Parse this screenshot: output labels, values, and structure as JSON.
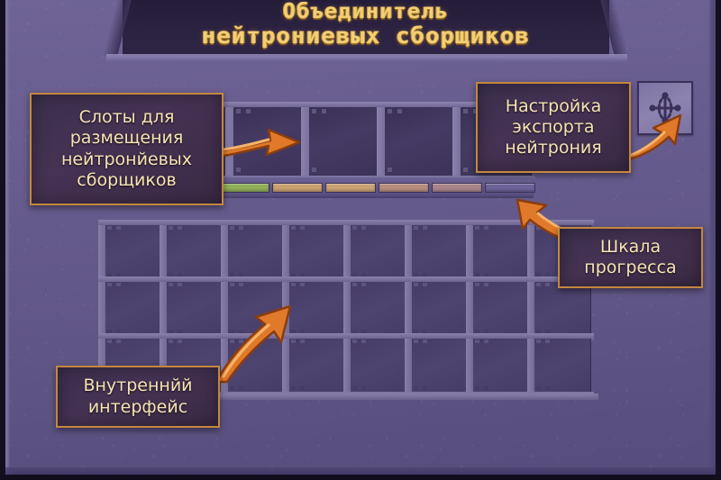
{
  "window": {
    "title_line1": "Объединитель",
    "title_line2": "нейтрониевых сборщиков",
    "accent_gold": "#f2cf74",
    "panel_color": "#665b8d",
    "callout_border": "#c4873f"
  },
  "callouts": [
    {
      "id": "collector-slots",
      "lines": [
        "Слоты для",
        "размещения",
        "нейтронйевых",
        "сборщиков"
      ],
      "arrow": "arrow-right"
    },
    {
      "id": "neutronium-export",
      "lines": [
        "Настройка",
        "экспорта",
        "нейтрония"
      ],
      "arrow": "arrow-up-right"
    },
    {
      "id": "progress-bar",
      "lines": [
        "Шкала",
        "прогресса"
      ],
      "arrow": "arrow-up-left"
    },
    {
      "id": "internal-interface",
      "lines": [
        "Внутреннйй",
        "интерфейс"
      ],
      "arrow": "arrow-up-right"
    }
  ],
  "collector_slots": {
    "count": 5,
    "filled": [
      false,
      false,
      false,
      false,
      false
    ]
  },
  "progress_bar": {
    "segments": [
      {
        "index": 1,
        "color": "#8fae5a",
        "filled": true
      },
      {
        "index": 2,
        "color": "#c9a070",
        "filled": true
      },
      {
        "index": 3,
        "color": "#c9a173",
        "filled": true
      },
      {
        "index": 4,
        "color": "#b58c7e",
        "filled": true
      },
      {
        "index": 5,
        "color": "#a8848a",
        "filled": true
      },
      {
        "index": 6,
        "color": "#6d6399",
        "filled": false
      }
    ]
  },
  "inventory": {
    "columns": 8,
    "rows": 3,
    "total_slots": 24
  },
  "export_button": {
    "icon": "four-way-arrow-icon",
    "label": ""
  }
}
